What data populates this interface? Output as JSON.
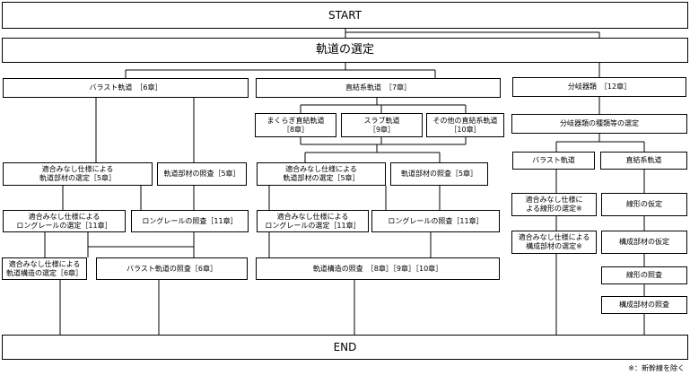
{
  "nodes": {
    "start": "START",
    "select_track": "軌道の選定",
    "ballast_track": "バラスト軌道　［6章］",
    "direct_track": "直結系軌道　［7章］",
    "turnout": "分岐器類　［12章］",
    "sleeper_direct": "まくらぎ直結軌道\n［8章］",
    "slab_track": "スラブ軌道\n［9章］",
    "other_direct": "その他の直結系軌道\n［10章］",
    "turnout_type_select": "分岐器類の種類等の選定",
    "b_deemed_member": "適合みなし仕様による\n軌道部材の選定［5章］",
    "b_member_check": "軌道部材の照査［5章］",
    "d_deemed_member": "適合みなし仕様による\n軌道部材の選定［5章］",
    "d_member_check": "軌道部材の照査［5章］",
    "t_ballast": "バラスト軌道",
    "t_direct": "直結系軌道",
    "b_deemed_longrail": "適合みなし仕様による\nロングレールの選定［11章］",
    "b_longrail_check": "ロングレールの照査［11章］",
    "d_deemed_longrail": "適合みなし仕様による\nロングレールの選定［11章］",
    "d_longrail_check": "ロングレールの照査［11章］",
    "t_deemed_line": "適合みなし仕様に\nよる線形の選定※",
    "t_line_assume": "線形の仮定",
    "b_deemed_structure": "適合みなし仕様による\n軌道構造の選定［6章］",
    "ballast_check": "バラスト軌道の照査［6章］",
    "track_structure_check": "軌道構造の照査　［8章］［9章］［10章］",
    "t_deemed_member": "適合みなし仕様による\n構成部材の選定※",
    "t_member_assume": "構成部材の仮定",
    "t_line_check": "線形の照査",
    "t_member_check": "構成部材の照査",
    "end": "END"
  },
  "footnote": "※：新幹線を除く"
}
